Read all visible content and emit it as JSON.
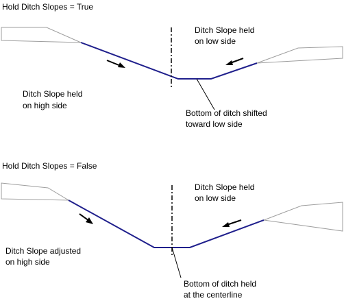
{
  "colors": {
    "background": "#ffffff",
    "ditch_line": "#1f1f8c",
    "road_outline": "#9e9e9e",
    "leader": "#000000",
    "arrow": "#000000"
  },
  "top_diagram": {
    "title": "Hold Ditch Slopes = True",
    "left_label": [
      "Ditch Slope held",
      "on high side"
    ],
    "right_label": [
      "Ditch Slope held",
      "on low side"
    ],
    "bottom_label": [
      "Bottom of ditch shifted",
      "toward low side"
    ]
  },
  "bottom_diagram": {
    "title": "Hold Ditch Slopes = False",
    "left_label": [
      "Ditch Slope  adjusted",
      "on high side"
    ],
    "right_label": [
      "Ditch Slope held",
      "on low side"
    ],
    "bottom_label": [
      "Bottom of ditch held",
      "at the centerline"
    ]
  }
}
